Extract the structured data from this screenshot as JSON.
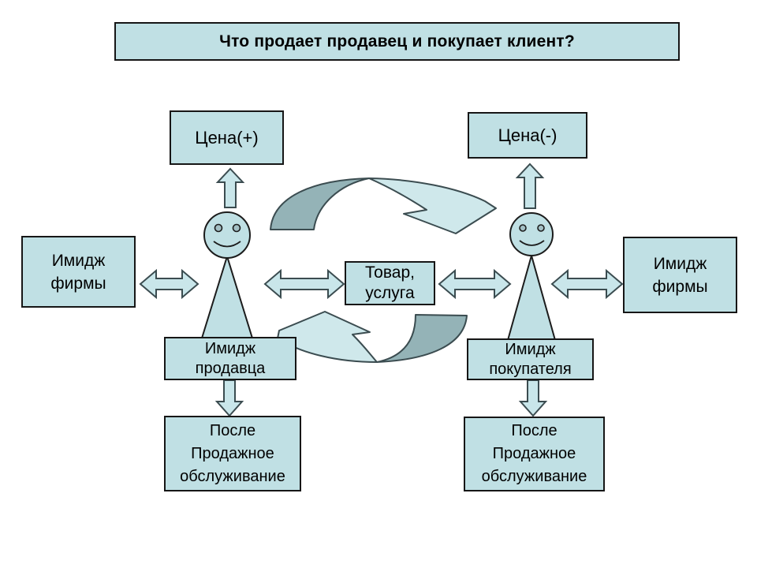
{
  "title": {
    "text": "Что продает продавец и покупает клиент?"
  },
  "boxes": {
    "price_plus": "Цена(+)",
    "price_minus": "Цена(-)",
    "firm_image_left": "Имидж\nфирмы",
    "firm_image_right": "Имидж\nфирмы",
    "product_service": "Товар,\nуслуга",
    "seller_image": "Имидж\nпродавца",
    "buyer_image": "Имидж\nпокупателя",
    "after_sales_left": "После\nПродажное\nобслуживание",
    "after_sales_right": "После\nПродажное\nобслуживание"
  },
  "icons": {
    "seller_figure": "smiley-person-icon",
    "buyer_figure": "smiley-person-icon",
    "exchange_arrows": "double-headed-arrow-icon",
    "cycle_arrows": "curved-arrow-icon"
  },
  "colors": {
    "box_fill": "#c0e0e4",
    "arrow_fill_light": "#c9e6ea",
    "arrow_fill_dark": "#94b3b7",
    "arrow_outline": "#3b4c50",
    "box_border": "#161616",
    "background": "#ffffff"
  }
}
